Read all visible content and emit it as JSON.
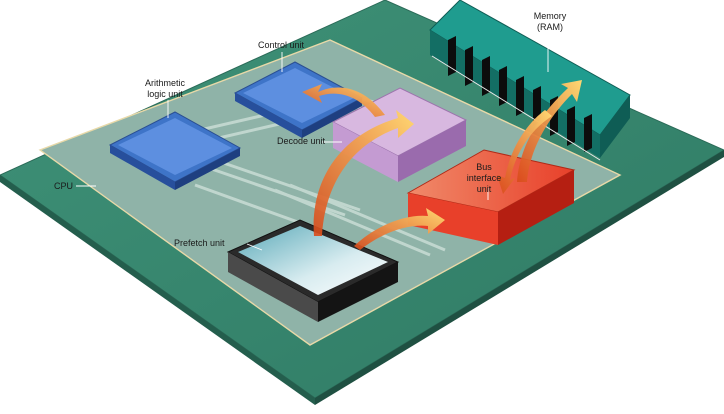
{
  "labels": {
    "memory": "Memory",
    "ram": "(RAM)",
    "control_unit": "Control unit",
    "alu_line1": "Arithmetic",
    "alu_line2": "logic unit",
    "decode_unit": "Decode unit",
    "cpu": "CPU",
    "bus_line1": "Bus",
    "bus_line2": "interface",
    "bus_line3": "unit",
    "prefetch_unit": "Prefetch unit"
  },
  "colors": {
    "board": "#3a8a72",
    "board_edge": "#2b6b58",
    "cpu_area": "#8fb3a8",
    "cpu_outline": "#e8d9a8",
    "control_unit": "#3e74c8",
    "alu": "#3e74c8",
    "decode_unit": "#c49bd2",
    "bus_interface_unit": "#e8402a",
    "prefetch_unit": "#2a2a2a",
    "memory_module": "#1f9c8f",
    "arrow": "#f2a23a"
  }
}
